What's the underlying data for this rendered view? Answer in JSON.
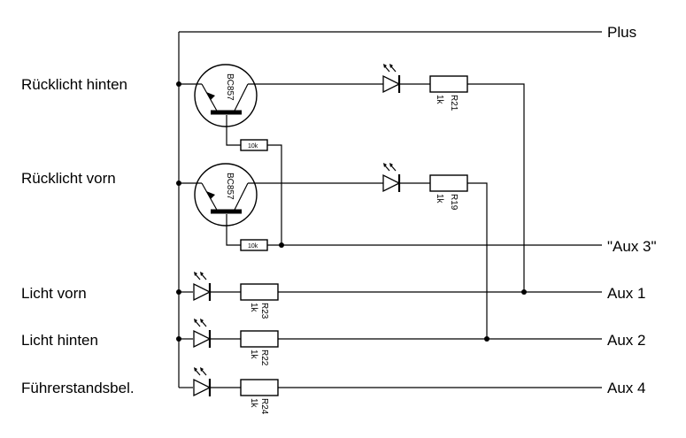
{
  "left_labels": {
    "ruecklicht_hinten": "Rücklicht hinten",
    "ruecklicht_vorn": "Rücklicht vorn",
    "licht_vorn": "Licht vorn",
    "licht_hinten": "Licht hinten",
    "fuehrerstand": "Führerstandsbel."
  },
  "right_labels": {
    "plus": "Plus",
    "aux3": "\"Aux 3\"",
    "aux1": "Aux 1",
    "aux2": "Aux 2",
    "aux4": "Aux 4"
  },
  "transistors": {
    "t1": "BC857",
    "t2": "BC857"
  },
  "base_resistors": {
    "rb1": "10k",
    "rb2": "10k"
  },
  "resistors": {
    "r21": {
      "name": "R21",
      "value": "1k"
    },
    "r19": {
      "name": "R19",
      "value": "1k"
    },
    "r23": {
      "name": "R23",
      "value": "1k"
    },
    "r22": {
      "name": "R22",
      "value": "1k"
    },
    "r24": {
      "name": "R24",
      "value": "1k"
    }
  }
}
